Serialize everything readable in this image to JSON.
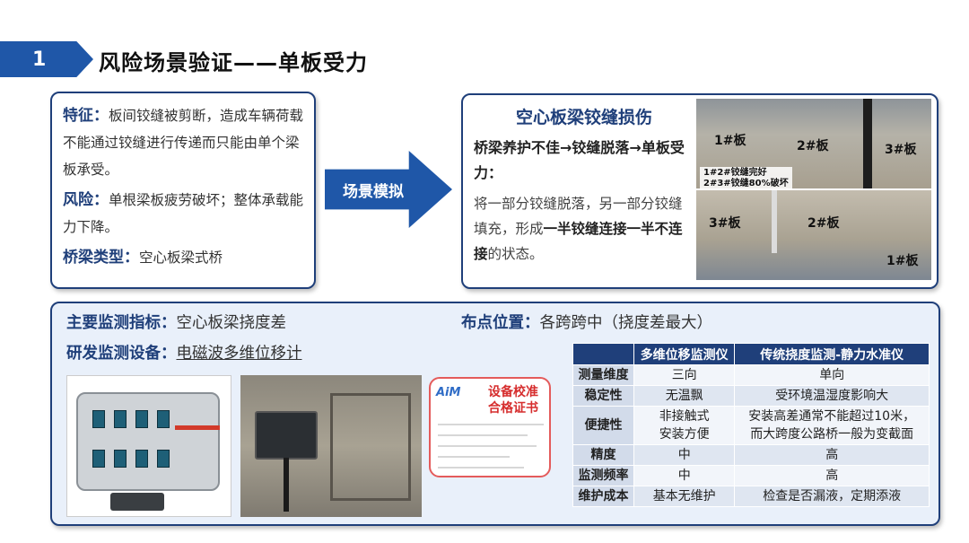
{
  "header": {
    "number": "1",
    "title": "风险场景验证——单板受力"
  },
  "features_box": {
    "feature_label": "特征：",
    "feature_text": "板间铰缝被剪断，造成车辆荷载不能通过铰缝进行传递而只能由单个梁板承受。",
    "risk_label": "风险：",
    "risk_text": "单根梁板疲劳破坏；整体承载能力下降。",
    "bridge_type_label": "桥梁类型：",
    "bridge_type_text": "空心板梁式桥"
  },
  "arrow_label": "场景模拟",
  "damage_box": {
    "title": "空心板梁铰缝损伤",
    "cause": "桥梁养护不佳→铰缝脱落→单板受力：",
    "desc_prefix": "将一部分铰缝脱落，另一部分铰缝填充，形成",
    "desc_bold": "一半铰缝连接一半不连接",
    "desc_suffix": "的状态。",
    "photo1_labels": [
      "1#板",
      "2#板",
      "3#板"
    ],
    "photo1_note": [
      "1#2#铰缝完好",
      "2#3#铰缝80%破坏"
    ],
    "photo2_labels": [
      "3#板",
      "2#板",
      "1#板"
    ]
  },
  "monitor_box": {
    "indicator_label": "主要监测指标：",
    "indicator_value": "空心板梁挠度差",
    "location_label": "布点位置：",
    "location_value": "各跨跨中（挠度差最大）",
    "device_label": "研发监测设备：",
    "device_value": "电磁波多维位移计",
    "cert_logo": "AiM",
    "cert_title": "设备校准合格证书",
    "table": {
      "headers": [
        "",
        "多维位移监测仪",
        "传统挠度监测-静力水准仪"
      ],
      "rows": [
        {
          "label": "测量维度",
          "a": "三向",
          "b": "单向"
        },
        {
          "label": "稳定性",
          "a": "无温飘",
          "b": "受环境温湿度影响大"
        },
        {
          "label": "便捷性",
          "a": "非接触式\n安装方便",
          "b": "安装高差通常不能超过10米，\n而大跨度公路桥一般为变截面"
        },
        {
          "label": "精度",
          "a": "中",
          "b": "高"
        },
        {
          "label": "监测频率",
          "a": "中",
          "b": "高"
        },
        {
          "label": "维护成本",
          "a": "基本无维护",
          "b": "检查是否漏液，定期添液"
        }
      ]
    }
  }
}
